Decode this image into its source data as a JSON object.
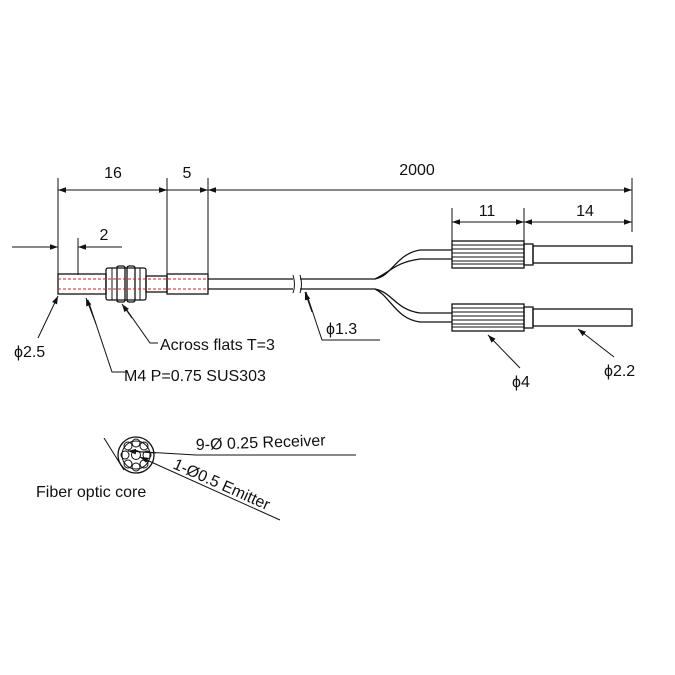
{
  "dimensions": {
    "d16": "16",
    "d5": "5",
    "d2000": "2000",
    "d2": "2",
    "d11": "11",
    "d14": "14"
  },
  "labels": {
    "phi_2_5": "ϕ2.5",
    "phi_1_3": "ϕ1.3",
    "phi_4": "ϕ4",
    "phi_2_2": "ϕ2.2",
    "across_flats": "Across flats T=3",
    "thread": "M4 P=0.75 SUS303",
    "receiver": "9-Ø 0.25 Receiver",
    "emitter": "1-Ø0.5 Emitter",
    "core": "Fiber optic core"
  },
  "colors": {
    "line": "#111111",
    "hidden": "#d42020"
  }
}
